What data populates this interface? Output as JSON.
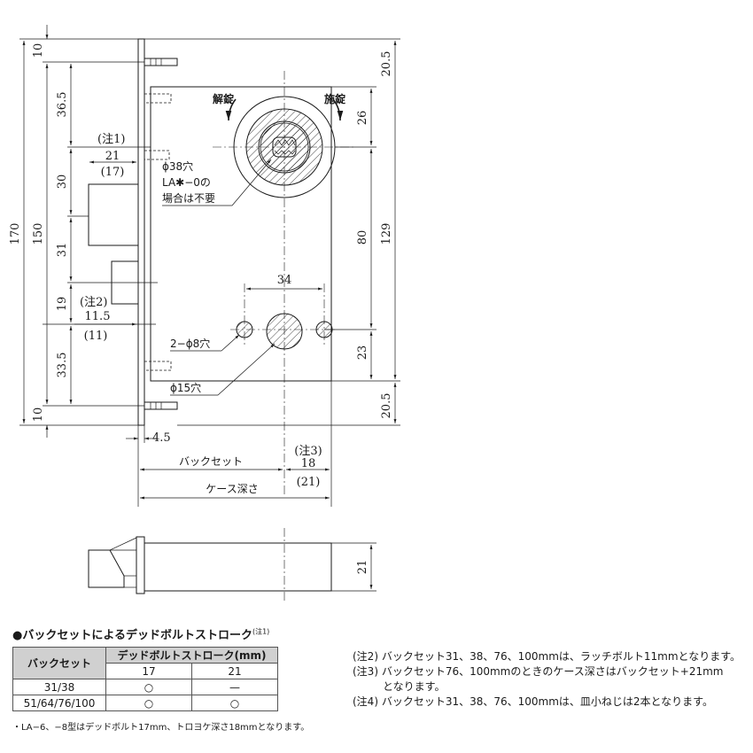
{
  "drawing": {
    "dims_left": [
      "10",
      "36.5",
      "30",
      "31",
      "19",
      "33.5",
      "10",
      "150",
      "170"
    ],
    "dims_right": [
      "20.5",
      "26",
      "80",
      "129",
      "23",
      "20.5"
    ],
    "dims_misc": {
      "note1": "(注1)",
      "note1_value": "21",
      "note1_paren": "(17)",
      "note2": "(注2)",
      "note2_value": "11.5",
      "note2_paren": "(11)",
      "note3": "(注3)",
      "note3_value": "18",
      "note3_paren": "(21)",
      "width_34": "34",
      "faceplate_4_5": "4.5",
      "side_21": "21"
    },
    "labels": {
      "unlock": "解錠",
      "lock": "施錠",
      "hole38": "ϕ38穴",
      "la_note_1": "LA✱−0の",
      "la_note_2": "場合は不要",
      "holes8": "2−ϕ8穴",
      "hole15": "ϕ15穴",
      "backset": "バックセット",
      "case_depth": "ケース深さ"
    }
  },
  "table_section": {
    "heading": "●バックセットによるデッドボルトストローク",
    "heading_note": "(注1)",
    "header_col1": "バックセット",
    "header_group": "デッドボルトストローク(mm)",
    "sub_headers": [
      "17",
      "21"
    ],
    "rows": [
      {
        "backset": "31/38",
        "v17": "○",
        "v21": "—"
      },
      {
        "backset": "51/64/76/100",
        "v17": "○",
        "v21": "○"
      }
    ],
    "footnote": "・LA−6、−8型はデッドボルト17mm、トロヨケ深さ18mmとなります。"
  },
  "notes": {
    "note2": "(注2) バックセット31、38、76、100mmは、ラッチボルト11mmとなります。",
    "note3_line1": "(注3) バックセット76、100mmのときのケース深さはバックセット+21mm",
    "note3_line2": "となります。",
    "note4": "(注4) バックセット31、38、76、100mmは、皿小ねじは2本となります。"
  }
}
